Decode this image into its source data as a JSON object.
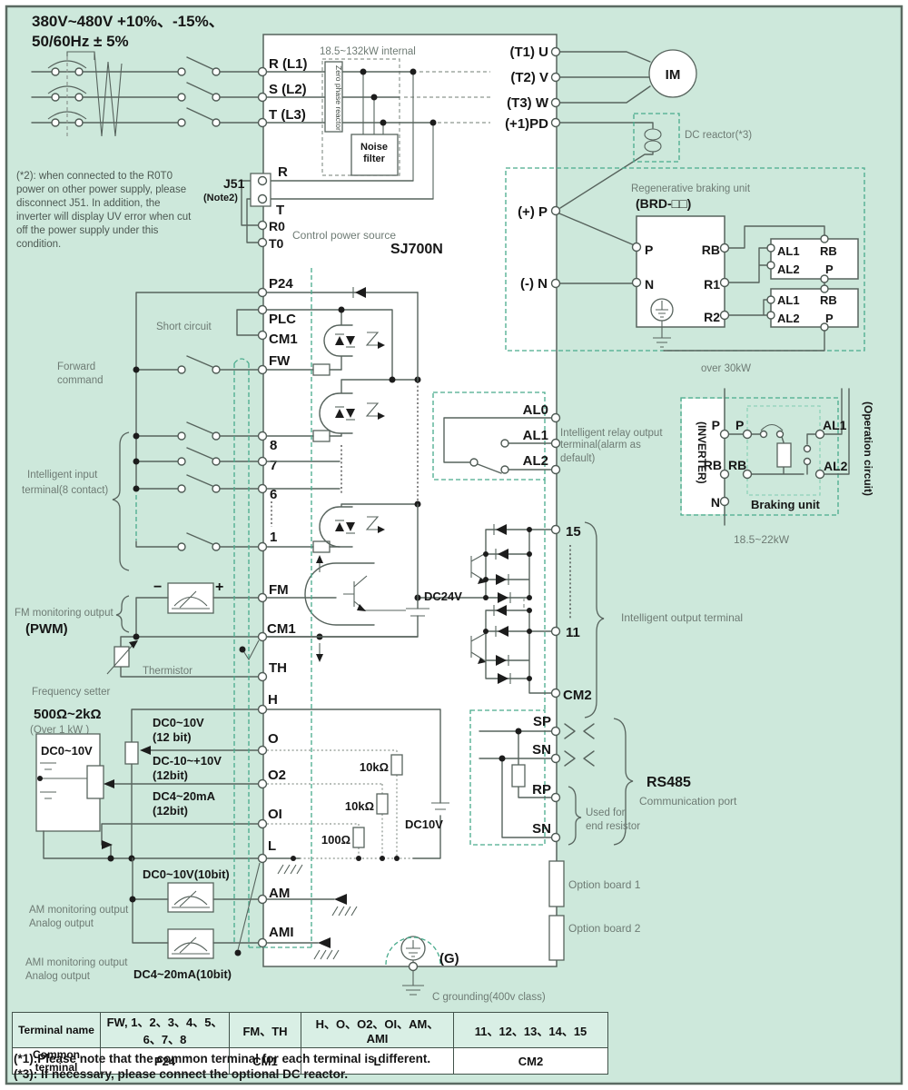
{
  "colors": {
    "background": "#cde8db",
    "panel": "#ffffff",
    "wire": "#57635d",
    "teal_dash": "#49ab8c",
    "gray_text": "#6e7b74",
    "table_header_bg": "#d9efe5"
  },
  "supply": {
    "l1": "380V~480V +10%、-15%、",
    "l2": "50/60Hz ± 5%"
  },
  "phase": {
    "r": "R (L1)",
    "s": "S (L2)",
    "t": "T (L3)"
  },
  "note": {
    "l1": "(*2): when connected to the R0T0",
    "l2": "power on other power supply, please",
    "l3": "disconnect J51. In addition, the",
    "l4": "inverter will display UV error when cut",
    "l5": "off the power supply under this",
    "l6": "condition."
  },
  "top": {
    "internal": "18.5~132kW internal",
    "zero": "Zero phase reactor",
    "noise1": "Noise",
    "noise2": "filter",
    "j51": "J51",
    "note2": "(Note2)",
    "r": "R",
    "t": "T",
    "r0": "R0",
    "t0": "T0",
    "cps": "Control power source",
    "model": "SJ700N"
  },
  "mot": {
    "t1u": "(T1) U",
    "t2v": "(T2) V",
    "t3w": "(T3) W",
    "pd": "(+1)PD",
    "im": "IM",
    "reactor": "DC reactor(*3)",
    "p": "(+) P",
    "n": "(-) N"
  },
  "regen": {
    "title": "Regenerative braking unit",
    "brd": "(BRD-□□)",
    "p": "P",
    "n": "N",
    "rb": "RB",
    "r1": "R1",
    "r2": "R2",
    "al1": "AL1",
    "al2": "AL2",
    "over": "over 30kW"
  },
  "bu": {
    "inv": "(INVERTER)",
    "p": "P",
    "rb": "RB",
    "n": "N",
    "unit": "Braking unit",
    "al1": "AL1",
    "al2": "AL2",
    "op": "(Operation circuit)",
    "range": "18.5~22kW"
  },
  "inp": {
    "p24": "P24",
    "short": "Short circuit",
    "plc": "PLC",
    "cm1": "CM1",
    "fwd1": "Forward",
    "fwd2": "command",
    "fw": "FW",
    "i8": "8",
    "i7": "7",
    "i6": "6",
    "i1": "1",
    "grp1": "Intelligent input",
    "grp2": "terminal(8 contact)"
  },
  "fm": {
    "minus": "−",
    "plus": "+",
    "label": "FM monitoring output",
    "pwm": "(PWM)",
    "fm": "FM",
    "cm1": "CM1",
    "therm": "Thermistor",
    "th": "TH"
  },
  "fr": {
    "title": "Frequency setter",
    "ohm": "500Ω~2kΩ",
    "over": "(Over 1 kW )",
    "src": "DC0~10V",
    "h": "H",
    "v1": "DC0~10V",
    "b1": "(12 bit)",
    "v2": "DC-10~+10V",
    "b2": "(12bit)",
    "v3": "DC4~20mA",
    "b3": "(12bit)",
    "o": "O",
    "o2": "O2",
    "oi": "OI",
    "l": "L",
    "r1": "10kΩ",
    "r2": "10kΩ",
    "r3": "100Ω",
    "dc10": "DC10V",
    "dc24": "DC24V"
  },
  "rel": {
    "al0": "AL0",
    "al1": "AL1",
    "al2": "AL2",
    "t1": "Intelligent relay output",
    "t2": "terminal(alarm as",
    "t3": "default)"
  },
  "ot": {
    "t15": "15",
    "t11": "11",
    "cm2": "CM2",
    "label": "Intelligent output terminal"
  },
  "rs": {
    "sp": "SP",
    "sn": "SN",
    "rp": "RP",
    "sn2": "SN",
    "title": "RS485",
    "port": "Communication port",
    "u1": "Used for",
    "u2": "end resistor"
  },
  "ob": {
    "b1": "Option board 1",
    "b2": "Option board 2"
  },
  "gn": {
    "g": "(G)",
    "label": "C grounding(400v class)"
  },
  "am": {
    "src": "DC0~10V(10bit)",
    "l1": "AM monitoring output",
    "l2": "Analog output",
    "am": "AM",
    "l3": "AMI monitoring output",
    "l4": "Analog output",
    "src2": "DC4~20mA(10bit)",
    "ami": "AMI"
  },
  "table": {
    "r1": [
      "Terminal name",
      "FW, 1、2、3、4、5、6、7、8",
      "FM、TH",
      "H、O、O2、OI、AM、AMI",
      "11、12、13、14、15"
    ],
    "r2": [
      "Common terminal",
      "P24",
      "CM1",
      "L",
      "CM2"
    ]
  },
  "notes": {
    "n1": "(*1):Please note that the common terminal for each terminal is different.",
    "n2": "(*3): If necessary, please connect the optional DC reactor."
  }
}
